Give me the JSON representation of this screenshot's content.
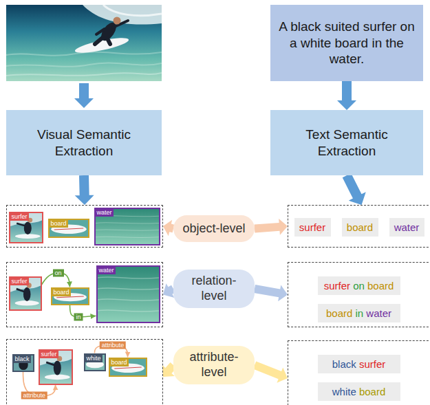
{
  "diagram": {
    "nodes": [
      {
        "text": [
          "A black suited surfer on a white board in the water."
        ]
      },
      {
        "text": [
          "Visual Semantic Extraction"
        ]
      },
      {
        "text": [
          "Text Semantic Extraction"
        ]
      },
      {
        "text": []
      },
      {
        "text": [
          "surfer"
        ],
        "in": 3
      },
      {
        "text": [
          "board"
        ],
        "in": 3
      },
      {
        "text": [
          "water"
        ],
        "in": 3
      },
      {
        "text": [
          "object-level"
        ]
      },
      {
        "text": []
      },
      {
        "text": [
          "surfer"
        ],
        "in": 8
      },
      {
        "text": [
          "board"
        ],
        "in": 8
      },
      {
        "text": [
          "water"
        ],
        "in": 8
      },
      {
        "text": []
      },
      {
        "text": [
          "surfer"
        ],
        "in": 12
      },
      {
        "text": [
          "board"
        ],
        "in": 12
      },
      {
        "text": [
          "water"
        ],
        "in": 12
      },
      {
        "text": [
          "relation-level"
        ]
      },
      {
        "text": []
      },
      {
        "text": [
          "surfer on board"
        ],
        "in": 17
      },
      {
        "text": [
          "board in water"
        ],
        "in": 17
      },
      {
        "text": []
      },
      {
        "text": [
          "black"
        ],
        "in": 20
      },
      {
        "text": [
          "surfer"
        ],
        "in": 20
      },
      {
        "text": [
          "white"
        ],
        "in": 20
      },
      {
        "text": [
          "board"
        ],
        "in": 20
      },
      {
        "text": [
          "attribute-level"
        ]
      },
      {
        "text": []
      },
      {
        "text": [
          "black surfer"
        ],
        "in": 26
      },
      {
        "text": [
          "white board"
        ],
        "in": 26
      }
    ],
    "edges": [
      {
        "from": 0,
        "to": 2,
        "arrow": "to"
      },
      {
        "from": 1,
        "to": 3,
        "arrow": "to"
      },
      {
        "from": 2,
        "to": 8,
        "arrow": "to"
      },
      {
        "from": 7,
        "to": 3,
        "arrow": "to"
      },
      {
        "from": 7,
        "to": 8,
        "arrow": "to"
      },
      {
        "from": 13,
        "to": 14,
        "label": "on",
        "arrow": "to"
      },
      {
        "from": 14,
        "to": 15,
        "label": "in",
        "arrow": "to"
      },
      {
        "from": 16,
        "to": 12,
        "arrow": "to"
      },
      {
        "from": 16,
        "to": 17,
        "arrow": "to"
      },
      {
        "from": 21,
        "to": 22,
        "label": "attribute",
        "arrow": "to"
      },
      {
        "from": 23,
        "to": 24,
        "label": "attribute",
        "arrow": "to"
      },
      {
        "from": 25,
        "to": 20,
        "arrow": "to"
      },
      {
        "from": 25,
        "to": 26,
        "arrow": "to"
      }
    ]
  }
}
